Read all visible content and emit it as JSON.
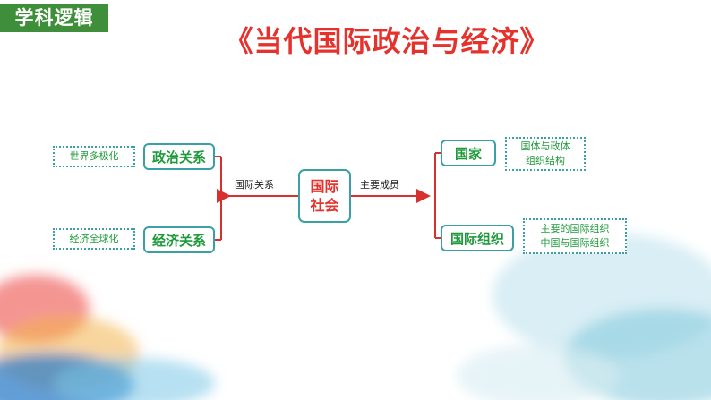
{
  "header": {
    "tag": "学科逻辑",
    "title": "《当代国际政治与经济》"
  },
  "diagram": {
    "center": {
      "line1": "国际",
      "line2": "社会"
    },
    "left_label": "国际关系",
    "right_label": "主要成员",
    "left_nodes": [
      {
        "label": "政治关系",
        "note": "世界多极化"
      },
      {
        "label": "经济关系",
        "note": "经济全球化"
      }
    ],
    "right_nodes": [
      {
        "label": "国家",
        "note_lines": [
          "国体与政体",
          "组织结构"
        ]
      },
      {
        "label": "国际组织",
        "note_lines": [
          "主要的国际组织",
          "中国与国际组织"
        ]
      }
    ]
  },
  "colors": {
    "title": "#e5322d",
    "tag_bg": "#3f8f3a",
    "node_text": "#1f9a3b",
    "border": "#3aa0a6",
    "connector": "#d6312c"
  }
}
